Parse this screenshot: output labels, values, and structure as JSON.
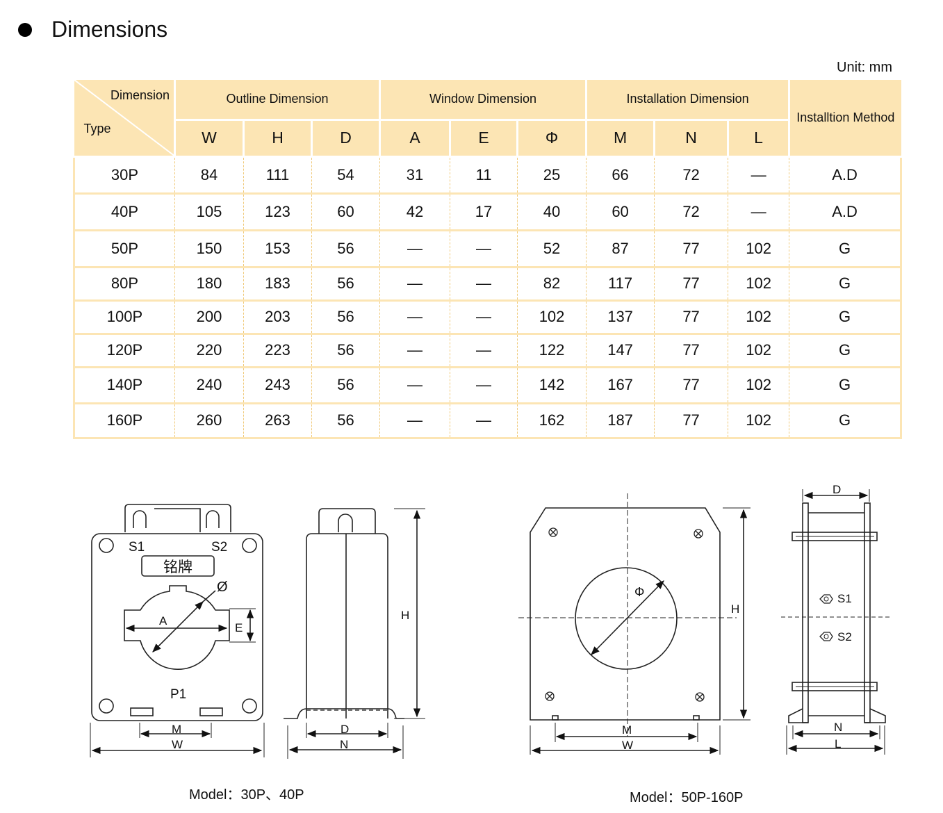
{
  "header": {
    "title": "Dimensions",
    "unit": "Unit: mm"
  },
  "table": {
    "corner_dimension": "Dimension",
    "corner_type": "Type",
    "groups": {
      "outline": "Outline Dimension",
      "window": "Window Dimension",
      "installation": "Installation Dimension",
      "method": "Installtion Method"
    },
    "columns": [
      "W",
      "H",
      "D",
      "A",
      "E",
      "Φ",
      "M",
      "N",
      "L"
    ],
    "rows": [
      [
        "30P",
        "84",
        "111",
        "54",
        "31",
        "11",
        "25",
        "66",
        "72",
        "—",
        "A.D"
      ],
      [
        "40P",
        "105",
        "123",
        "60",
        "42",
        "17",
        "40",
        "60",
        "72",
        "—",
        "A.D"
      ],
      [
        "50P",
        "150",
        "153",
        "56",
        "—",
        "—",
        "52",
        "87",
        "77",
        "102",
        "G"
      ],
      [
        "80P",
        "180",
        "183",
        "56",
        "—",
        "—",
        "82",
        "117",
        "77",
        "102",
        "G"
      ],
      [
        "100P",
        "200",
        "203",
        "56",
        "—",
        "—",
        "102",
        "137",
        "77",
        "102",
        "G"
      ],
      [
        "120P",
        "220",
        "223",
        "56",
        "—",
        "—",
        "122",
        "147",
        "77",
        "102",
        "G"
      ],
      [
        "140P",
        "240",
        "243",
        "56",
        "—",
        "—",
        "142",
        "167",
        "77",
        "102",
        "G"
      ],
      [
        "160P",
        "260",
        "263",
        "56",
        "—",
        "—",
        "162",
        "187",
        "77",
        "102",
        "G"
      ]
    ]
  },
  "drawings": {
    "fig1": {
      "s1": "S1",
      "s2": "S2",
      "nameplate": "铭牌",
      "phi": "Ø",
      "a": "A",
      "e": "E",
      "p1": "P1",
      "m": "M",
      "w": "W"
    },
    "fig2": {
      "h": "H",
      "d": "D",
      "n": "N"
    },
    "fig3": {
      "phi": "Φ",
      "h": "H",
      "m": "M",
      "w": "W"
    },
    "fig4": {
      "d": "D",
      "s1": "S1",
      "s2": "S2",
      "n": "N",
      "l": "L"
    },
    "caption_left": "Model：30P、40P",
    "caption_right": "Model：50P-160P"
  }
}
